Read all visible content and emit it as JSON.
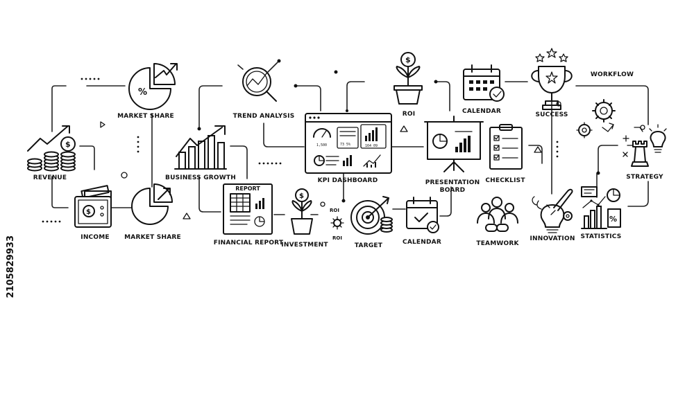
{
  "labels": {
    "revenue": "REVENUE",
    "market_share_top": "MARKET SHARE",
    "trend_analysis": "TREND ANALYSIS",
    "business_growth": "BUSINESS GROWTH",
    "income": "INCOME",
    "market_share_bottom": "MARKET SHARE",
    "report_title": "REPORT",
    "financial_report": "FINANCIAL REPORT",
    "investment": "INVESTMENT",
    "roi_small": "ROI",
    "roi_gear": "ROI",
    "kpi_dashboard": "KPI DASHBOARD",
    "target": "TARGET",
    "roi_top": "ROI",
    "calendar_bottom": "CALENDAR",
    "presentation_board": "PRESENTATION\nBOARD",
    "calendar_top": "CALENDAR",
    "checklist": "CHECKLIST",
    "success": "SUCCESS",
    "workflow": "WORKFLOW",
    "teamwork": "TEAMWORK",
    "innovation": "INNOVATION",
    "statistics": "STATISTICS",
    "strategy": "STRATEGY"
  },
  "dashboard_values": {
    "v1": "1,500",
    "v2": "73 5%",
    "v3": "164 09"
  },
  "icons": {
    "percent_sign": "%",
    "dollar_sign": "$"
  },
  "watermark": "2105829933"
}
